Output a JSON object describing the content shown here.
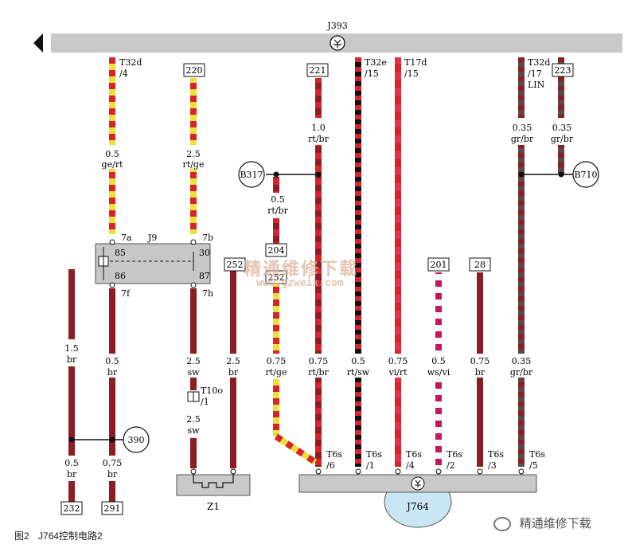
{
  "bus": {
    "label": "J393"
  },
  "wires": [
    {
      "id": "w-t32d-4",
      "color": "#e8e23a",
      "alt": "#d8232a",
      "top_label": [
        "T32d",
        "/4"
      ],
      "top_box": "",
      "gauge": "0.5",
      "wire_color": "ge/rt"
    },
    {
      "id": "w-220",
      "color": "#e8e23a",
      "alt": "#d8232a",
      "top_label": [],
      "top_box": "220",
      "gauge": "2.5",
      "wire_color": "rt/ge"
    },
    {
      "id": "w-221",
      "color": "#d8232a",
      "alt": "#8a1e24",
      "top_label": [],
      "top_box": "221",
      "gauge": "1.0",
      "wire_color": "rt/br"
    },
    {
      "id": "w-t32e-15",
      "color": "#d8232a",
      "alt": "#111111",
      "top_label": [
        "T32e",
        "/15"
      ],
      "top_box": ""
    },
    {
      "id": "w-t17d-15",
      "color": "#d8232a",
      "alt": "#c2185b",
      "top_label": [
        "T17d",
        "/15"
      ],
      "top_box": ""
    },
    {
      "id": "w-t32d-17",
      "color": "#8a1e24",
      "alt": "#555555",
      "top_label": [
        "T32d",
        "/17",
        "LIN"
      ],
      "top_box": "",
      "gauge": "0.35",
      "wire_color": "gr/br"
    },
    {
      "id": "w-223",
      "color": "#8a1e24",
      "alt": "#555555",
      "top_label": [],
      "top_box": "223",
      "gauge": "0.35",
      "wire_color": "gr/br"
    }
  ],
  "splices": {
    "left": "B317",
    "right": "B710",
    "bottom_left": "390"
  },
  "b317_branch": {
    "gauge": "0.5",
    "wire_color": "rt/br",
    "box1": "204",
    "box2": "252"
  },
  "relay": {
    "name": "J9",
    "pins": [
      "7a",
      "7b",
      "85",
      "30",
      "86",
      "87",
      "7f",
      "7h"
    ]
  },
  "boxes_mid": {
    "b252": "252",
    "b201": "201",
    "b28": "28"
  },
  "lower_wires": [
    {
      "gauge": "1.5",
      "wire_color": "br"
    },
    {
      "gauge": "0.5",
      "wire_color": "br"
    },
    {
      "gauge": "2.5",
      "wire_color": "sw"
    },
    {
      "gauge": "2.5",
      "wire_color": "br"
    },
    {
      "gauge": "0.75",
      "wire_color": "rt/ge"
    },
    {
      "gauge": "0.75",
      "wire_color": "rt/br"
    },
    {
      "gauge": "0.5",
      "wire_color": "rt/sw"
    },
    {
      "gauge": "0.75",
      "wire_color": "vi/rt"
    },
    {
      "gauge": "0.5",
      "wire_color": "ws/vi"
    },
    {
      "gauge": "0.75",
      "wire_color": "br"
    },
    {
      "gauge": "0.35",
      "wire_color": "gr/br"
    }
  ],
  "connector_t10o": {
    "label": "T10o",
    "pin": "/1",
    "gauge": "2.5",
    "wire_color": "sw"
  },
  "bottom_left_wires": [
    {
      "gauge": "0.5",
      "wire_color": "br",
      "box": "232"
    },
    {
      "gauge": "0.75",
      "wire_color": "br",
      "box": "291"
    }
  ],
  "ground": {
    "label": "Z1"
  },
  "module": {
    "label": "J764",
    "pins": [
      {
        "name": "T6s",
        "pin": "/6"
      },
      {
        "name": "T6s",
        "pin": "/1"
      },
      {
        "name": "T6s",
        "pin": "/4"
      },
      {
        "name": "T6s",
        "pin": "/2"
      },
      {
        "name": "T6s",
        "pin": "/3"
      },
      {
        "name": "T6s",
        "pin": "/5"
      }
    ]
  },
  "caption": {
    "fig_num": "图2",
    "title": "J764控制电路2"
  },
  "watermark": {
    "text": "精通维修下载",
    "url": "www.gzweix.com"
  },
  "wechat": {
    "label": "精通维修下载"
  },
  "colors": {
    "bus_fill": "#c9c9c9",
    "module_fill": "#c9e6f2",
    "relay_fill": "#c7c7c7"
  }
}
